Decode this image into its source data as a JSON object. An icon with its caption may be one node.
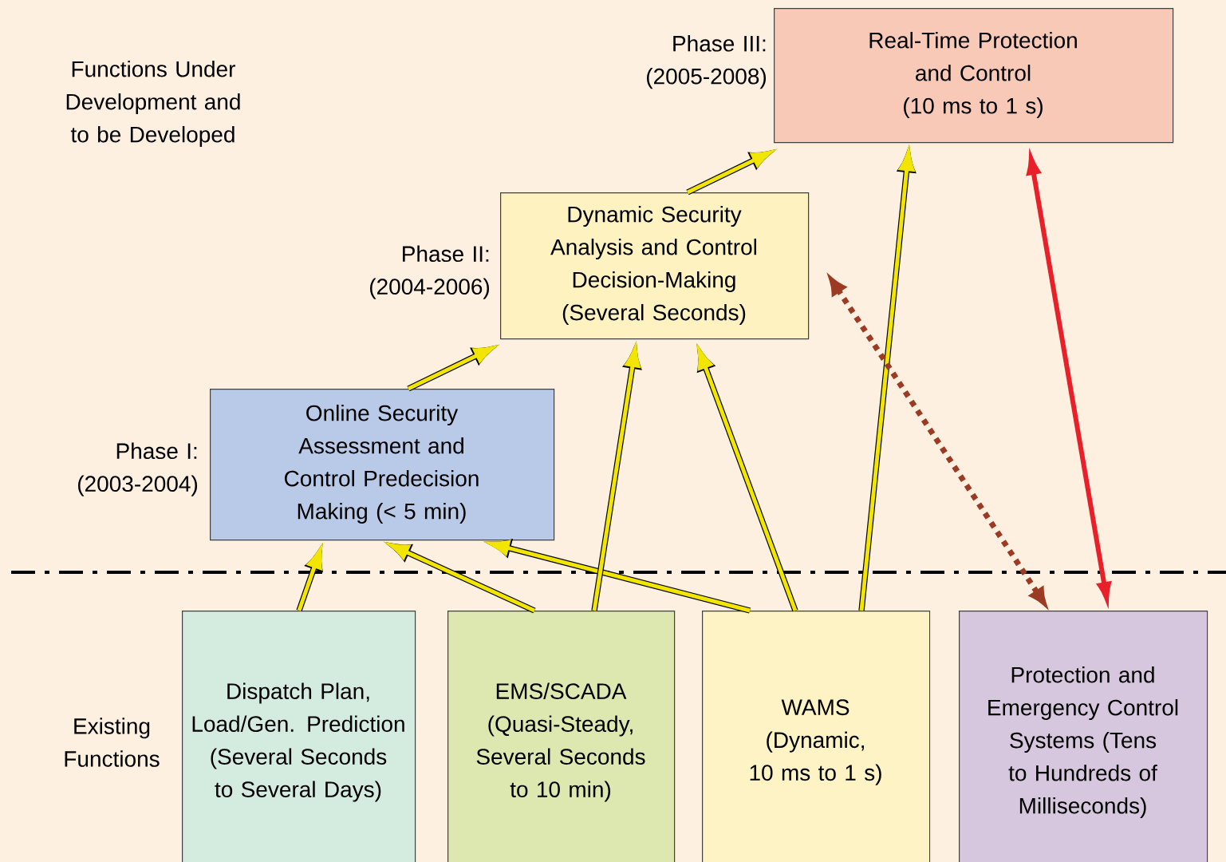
{
  "diagram": {
    "nodes": [
      {
        "text": [
          "Real-Time Protection and Control (10 ms to 1 s)"
        ],
        "beside": [
          "Phase III: (2005-2008)"
        ]
      },
      {
        "text": [
          "Dynamic Security Analysis and Control Decision-Making (Several Seconds)"
        ],
        "beside": [
          "Phase II: (2004-2006)"
        ]
      },
      {
        "text": [
          "Online Security Assessment and Control Predecision Making (< 5 min)"
        ],
        "beside": [
          "Phase I: (2003-2004)"
        ]
      },
      {
        "text": [
          "Dispatch Plan, Load/Gen. Prediction (Several Seconds to Several Days)"
        ]
      },
      {
        "text": [
          "EMS/SCADA (Quasi-Steady, Several Seconds to 10 min)"
        ]
      },
      {
        "text": [
          "WAMS (Dynamic, 10 ms to 1 s)"
        ]
      },
      {
        "text": [
          "Protection and Emergency Control Systems (Tens to Hundreds of Milliseconds)"
        ]
      }
    ],
    "edges": [
      {
        "from": 2,
        "to": 1,
        "arrow": "to"
      },
      {
        "from": 1,
        "to": 0,
        "arrow": "to"
      },
      {
        "from": 3,
        "to": 2,
        "arrow": "to"
      },
      {
        "from": 4,
        "to": 2,
        "arrow": "to"
      },
      {
        "from": 5,
        "to": 2,
        "arrow": "to"
      },
      {
        "from": 4,
        "to": 1,
        "arrow": "to"
      },
      {
        "from": 5,
        "to": 1,
        "arrow": "to"
      },
      {
        "from": 5,
        "to": 0,
        "arrow": "to"
      },
      {
        "from": 6,
        "to": 1,
        "arrow": "both",
        "style": "dashed",
        "color": "#9c3b23"
      },
      {
        "from": 6,
        "to": 0,
        "arrow": "both",
        "color": "#e8202a"
      }
    ],
    "labels": [
      "Functions Under Development and to be Developed",
      "Existing Functions"
    ]
  }
}
